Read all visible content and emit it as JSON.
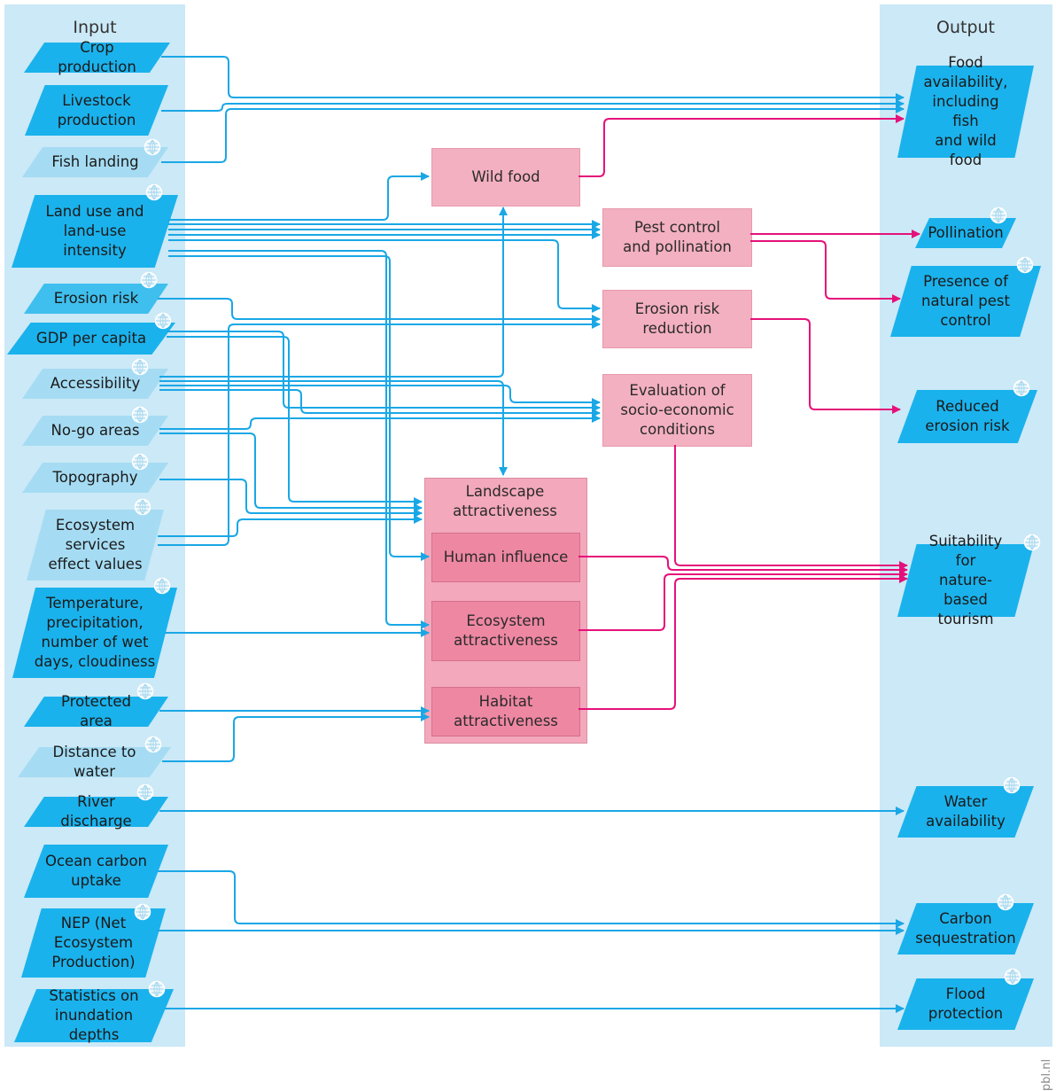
{
  "columns": {
    "input_title": "Input",
    "output_title": "Output"
  },
  "inputs": [
    {
      "id": "crop",
      "label": "Crop production",
      "color": "dark",
      "globe": false
    },
    {
      "id": "livestock",
      "label": "Livestock\nproduction",
      "color": "dark",
      "globe": false
    },
    {
      "id": "fish",
      "label": "Fish landing",
      "color": "light",
      "globe": true
    },
    {
      "id": "landuse",
      "label": "Land use and\nland-use\nintensity",
      "color": "dark",
      "globe": true
    },
    {
      "id": "erosion",
      "label": "Erosion risk",
      "color": "mid",
      "globe": true
    },
    {
      "id": "gdp",
      "label": "GDP per capita",
      "color": "dark",
      "globe": true
    },
    {
      "id": "access",
      "label": "Accessibility",
      "color": "light",
      "globe": true
    },
    {
      "id": "nogo",
      "label": "No-go areas",
      "color": "light",
      "globe": true
    },
    {
      "id": "topo",
      "label": "Topography",
      "color": "light",
      "globe": true
    },
    {
      "id": "esv",
      "label": "Ecosystem\nservices\neffect values",
      "color": "light",
      "globe": true
    },
    {
      "id": "climate",
      "label": "Temperature,\nprecipitation,\nnumber of wet\ndays, cloudiness",
      "color": "dark",
      "globe": true
    },
    {
      "id": "protected",
      "label": "Protected area",
      "color": "dark",
      "globe": true
    },
    {
      "id": "water_dist",
      "label": "Distance to water",
      "color": "light",
      "globe": true
    },
    {
      "id": "river",
      "label": "River discharge",
      "color": "dark",
      "globe": true
    },
    {
      "id": "ocean",
      "label": "Ocean carbon\nuptake",
      "color": "dark",
      "globe": false
    },
    {
      "id": "nep",
      "label": "NEP (Net\nEcosystem\nProduction)",
      "color": "dark",
      "globe": true
    },
    {
      "id": "inundation",
      "label": "Statistics on\ninundation depths",
      "color": "dark",
      "globe": true
    }
  ],
  "processes": {
    "wild_food": "Wild food",
    "pest": "Pest control\nand pollination",
    "erosion_red": "Erosion risk\nreduction",
    "socio": "Evaluation of\nsocio-economic\nconditions",
    "landscape": "Landscape\nattractiveness",
    "human": "Human influence",
    "ecosystem": "Ecosystem\nattractiveness",
    "habitat": "Habitat\nattractiveness"
  },
  "outputs": [
    {
      "id": "food",
      "label": "Food\navailability,\nincluding fish\nand wild food",
      "globe": false
    },
    {
      "id": "pollination",
      "label": "Pollination",
      "globe": true
    },
    {
      "id": "pestctl",
      "label": "Presence of\nnatural pest\ncontrol",
      "globe": true
    },
    {
      "id": "reduced_erosion",
      "label": "Reduced\nerosion risk",
      "globe": true
    },
    {
      "id": "tourism",
      "label": "Suitability for\nnature-based\ntourism",
      "globe": true
    },
    {
      "id": "water",
      "label": "Water\navailability",
      "globe": true
    },
    {
      "id": "carbon",
      "label": "Carbon\nsequestration",
      "globe": true
    },
    {
      "id": "flood",
      "label": "Flood\nprotection",
      "globe": true
    }
  ],
  "credit": "pbl.nl",
  "colors": {
    "blue_line": "#1aa7e6",
    "pink_line": "#e5117a",
    "column_bg": "#cbe9f7"
  }
}
